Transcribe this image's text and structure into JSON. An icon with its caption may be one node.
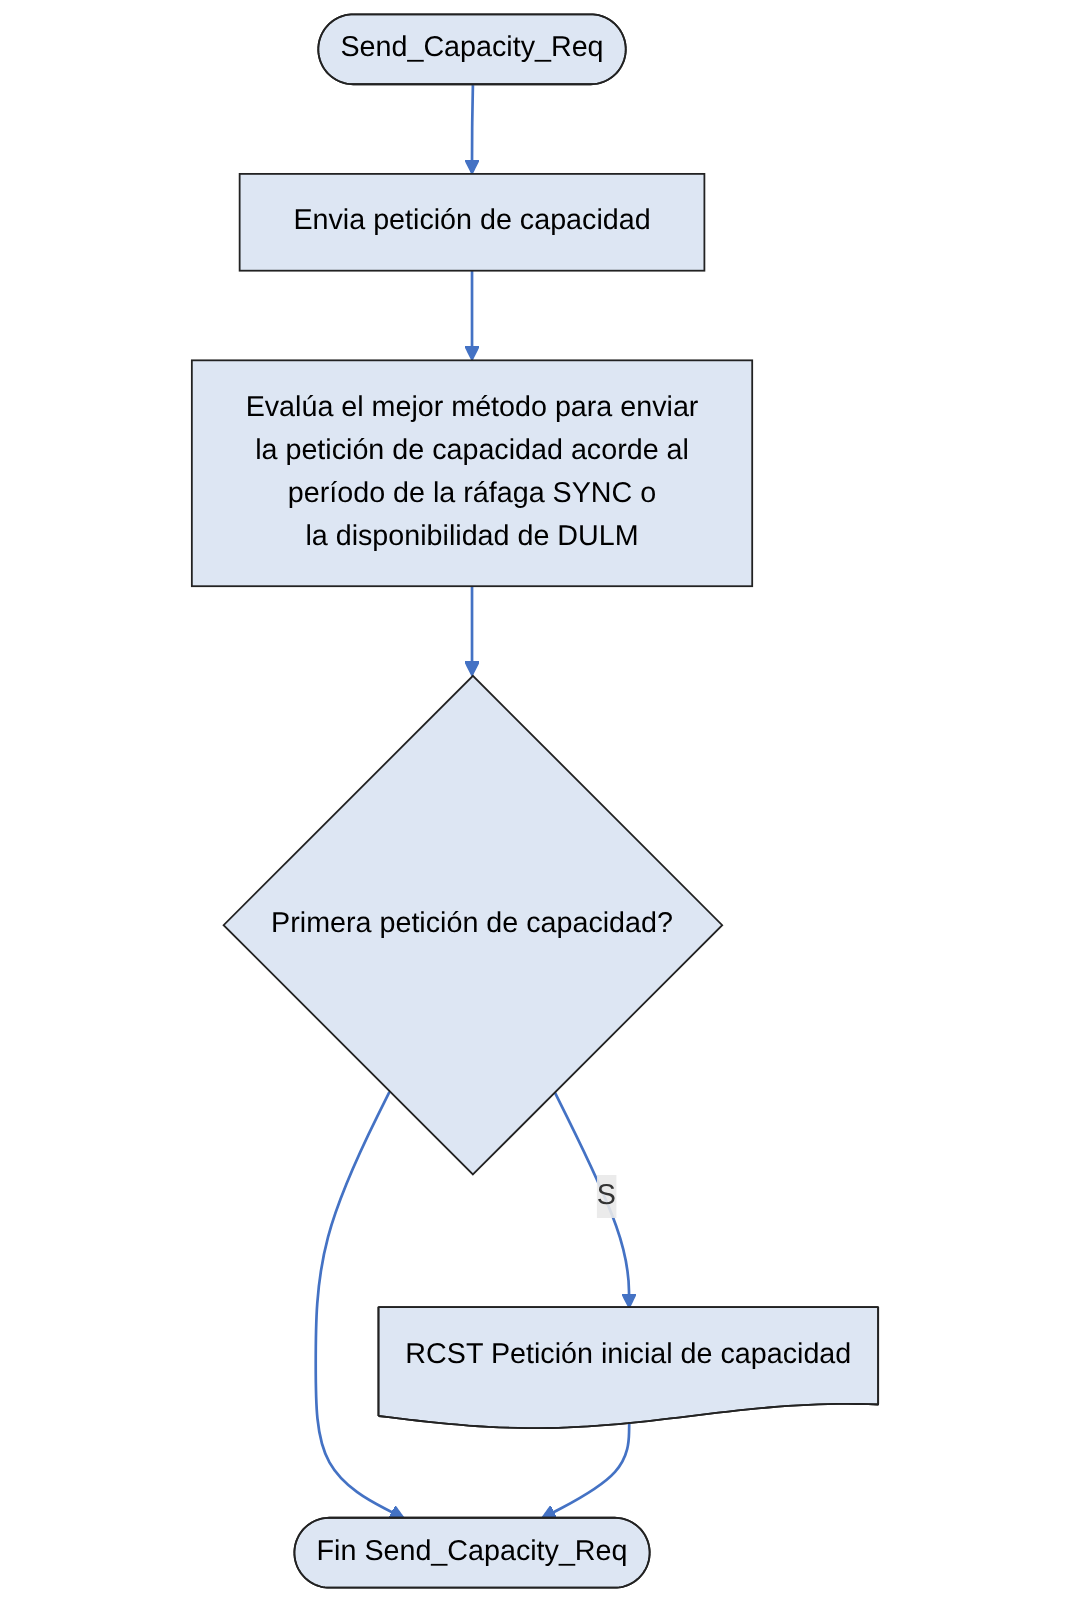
{
  "diagram": {
    "nodes": [
      {
        "text": [
          "Send_Capacity_Req"
        ]
      },
      {
        "text": [
          "Envia petición de capacidad"
        ]
      },
      {
        "text": [
          "Evalúa el mejor método para enviar la petición de capacidad acorde al período de la ráfaga SYNC o la disponibilidad de DULM"
        ]
      },
      {
        "text": [
          "Primera petición de capacidad?"
        ]
      },
      {
        "text": [
          "RCST Petición inicial de capacidad"
        ]
      },
      {
        "text": [
          "Fin Send_Capacity_Req"
        ]
      }
    ],
    "edges": [
      {
        "from": 0,
        "to": 1,
        "arrow": "to"
      },
      {
        "from": 1,
        "to": 2,
        "arrow": "to"
      },
      {
        "from": 2,
        "to": 3,
        "arrow": "to"
      },
      {
        "from": 3,
        "to": 4,
        "arrow": "to",
        "label": "S"
      },
      {
        "from": 3,
        "to": 5,
        "arrow": "to"
      },
      {
        "from": 4,
        "to": 5,
        "arrow": "to"
      }
    ]
  }
}
